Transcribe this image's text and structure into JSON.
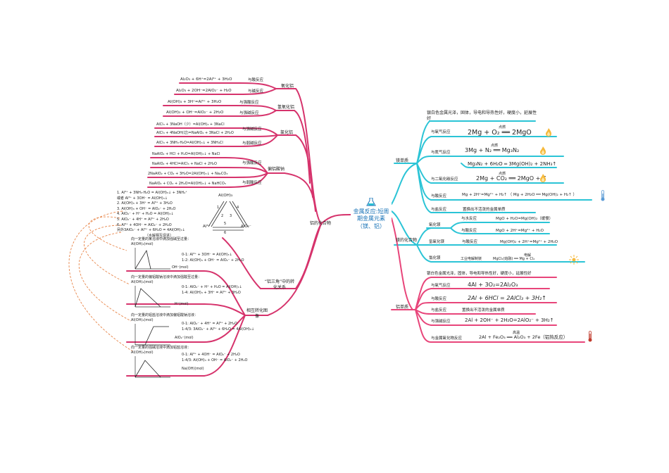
{
  "center": {
    "title": "金属反应:短周期金属元素（镁、铝）"
  },
  "colors": {
    "magenta": "#d6336c",
    "cyan": "#2bc4d6",
    "pink": "#e8457a",
    "dashed": "#e8864a",
    "title": "#1a74b8"
  },
  "left": {
    "al_compounds": "铝的化合物",
    "oxide": "氧化铝",
    "hydroxide": "氢氧化铝",
    "chloride": "氯化铝",
    "aluminate": "偏铝酸钠",
    "triangle": "“铝三角”中的转化关系",
    "graphs": "相互转化图像",
    "acid": "与酸反应",
    "base": "与碱反应",
    "strong_acid": "与强酸反应",
    "strong_base": "与强碱反应",
    "weak_base": "与弱碱反应",
    "weak_acid": "与弱酸反应",
    "eq_oxide_acid": "Al₂O₃ + 6H⁺=2Al³⁺ + 3H₂O",
    "eq_oxide_base": "Al₂O₃ + 2OH⁻=2AlO₂⁻ + H₂O",
    "eq_hyd_acid": "Al(OH)₃ + 3H⁺=Al³⁺ + 3H₂O",
    "eq_hyd_base": "Al(OH)₃ + OH⁻=AlO₂⁻ + 2H₂O",
    "eq_cl_1": "AlCl₃ + 3NaOH（少）=Al(OH)₃ + 3NaCl",
    "eq_cl_2": "AlCl₃ + 4NaOH(过)=NaAlO₂ + 3NaCl + 2H₂O",
    "eq_cl_3": "AlCl₃ + 3NH₃·H₂O=Al(OH)₃↓ + 3NH₄Cl",
    "eq_na_1": "NaAlO₂ + HCl + H₂O=Al(OH)₃↓ + NaCl",
    "eq_na_2": "NaAlO₂ + 4HCl=AlCl₃ + NaCl + 2H₂O",
    "eq_na_3": "2NaAlO₂ + CO₂ + 3H₂O=2Al(OH)₃↓ + Na₂CO₃",
    "eq_na_4": "NaAlO₂ + CO₂ + 2H₂O=Al(OH)₃↓ + NaHCO₃",
    "tri_list": [
      "1. Al³⁺ + 3NH₃·H₂O = Al(OH)₃↓ + 3NH₄⁺",
      "或者 Al³⁺ + 3OH⁻ = Al(OH)₃↓",
      "2. Al(OH)₃ + 3H⁺ = Al³⁺ + 3H₂O",
      "3. Al(OH)₃ + OH⁻ = AlO₂⁻ + 2H₂O",
      "4. AlO₂⁻ + H⁺ + H₂O = Al(OH)₃↓",
      "5. AlO₂⁻ + 4H⁺ = Al³⁺ + 2H₂O",
      "6. Al³⁺ + 4OH⁻ = AlO₂⁻ + 2H₂O",
      "另外3AlO₂⁻ + Al³⁺ + 6H₂O = 4Al(OH)₃↓",
      "（水解相互促进）"
    ],
    "tri_nodes": {
      "top": "Al(OH)₃",
      "left": "Al³⁺",
      "right": "AlO₂⁻"
    },
    "tri_nums": [
      "1",
      "2",
      "3",
      "4",
      "5",
      "6"
    ],
    "graph1": {
      "title": "向一定量的某溶液中滴加强碱至过量：",
      "ylabel": "Al(OH)₃(mol)",
      "xlabel": "OH⁻(mol)",
      "eq1": "0-1: Al³⁺ + 3OH⁻ = Al(OH)₃↓",
      "eq2": "1-2: Al(OH)₃ + OH⁻ = AlO₂⁻ + 2H₂O"
    },
    "graph2": {
      "title": "向一定量的偏铝酸钠溶液中滴加强酸至过量：",
      "ylabel": "Al(OH)₃(mol)",
      "xlabel": "H⁺(mol)",
      "eq1": "0-1: AlO₂⁻ + H⁺ + H₂O = Al(OH)₃↓",
      "eq2": "1-4: Al(OH)₃ + 3H⁺ = Al³⁺ + 3H₂O"
    },
    "graph3": {
      "title": "向一定量的铝盐溶液中滴加偏铝酸钠溶液：",
      "ylabel": "Al(OH)₃(mol)",
      "xlabel": "AlO₂⁻(mol)",
      "eq1": "0-1: AlO₂⁻ + 4H⁺ = Al³⁺ + 2H₂O",
      "eq2": "1-4/3: 3AlO₂⁻ + Al³⁺ + 6H₂O = 4Al(OH)₃↓"
    },
    "graph4": {
      "title": "向一定量的强碱溶液中滴加铝盐溶液：",
      "ylabel": "Al(OH)₃(mol)",
      "xlabel": "Na(OH)(mol)",
      "eq1": "0-1: Al³⁺ + 4OH⁻ = AlO₂⁻ + 2H₂O",
      "eq2": "1-4/3: Al(OH)₃ + OH⁻ = AlO₂⁻ + 2H₂O"
    }
  },
  "right": {
    "mg_element": "镁单质",
    "mg_compound": "镁的化合物",
    "al_element": "铝单质",
    "mg_props": "银白色金属光泽，固体，导电和导热性好，硬度小，延展性好",
    "with_o2": "与氧气反应",
    "with_n2": "与氮气反应",
    "with_co2": "与二氧化碳反应",
    "with_acid": "与酸反应",
    "with_salt": "与盐反应",
    "eq_mg_o2": "2Mg + O₂ ══ 2MgO",
    "eq_mg_n2": "3Mg + N₂ ══ Mg₃N₂",
    "eq_mg3n2": "Mg₃N₂ + 6H₂O ═ 3Mg(OH)₂ + 2NH₃↑",
    "eq_mg_co2": "2Mg + CO₂ ══ 2MgO + C",
    "eq_mg_acid": "Mg + 2H⁺=Mg²⁺ + H₂↑ （ Mg + 2H₂O ══ Mg(OH)₂ + H₂↑ ）",
    "salt_text": "置换出不活泼的金属单质",
    "cond_ignite": "点燃",
    "mgo": "氧化镁",
    "mgoh2": "氢氧化镁",
    "mgcl2": "氯化镁",
    "with_water": "与水反应",
    "eq_mgo_water": "MgO + H₂O=Mg(OH)₂（缓慢）",
    "eq_mgo_acid": "MgO + 2H⁺=Mg²⁺ + H₂O",
    "eq_mgoh2_acid": "Mg(OH)₂ + 2H⁺=Mg²⁺ + 2H₂O",
    "mgcl2_label": "工业电解制镁",
    "eq_mgcl2": "MgCl₂(熔融) ══ Mg + Cl₂",
    "cond_elec": "电解",
    "al_props": "银白色金属光泽，固体，导电和导热性好，硬度小，延展性好",
    "with_strong_base": "与强碱反应",
    "with_metal_oxide": "与金属氧化物反应",
    "eq_al_o2": "4Al + 3O₂=2Al₂O₃",
    "eq_al_acid": "2Al + 6HCl = 2AlCl₃ + 3H₂↑",
    "eq_al_base": "2Al + 2OH⁻ + 2H₂O=2AlO₂⁻ + 3H₂↑",
    "eq_al_fe2o3": "2Al + Fe₂O₃ ══ Al₂O₃ + 2Fe（铝热反应）",
    "cond_high_t": "高温"
  }
}
